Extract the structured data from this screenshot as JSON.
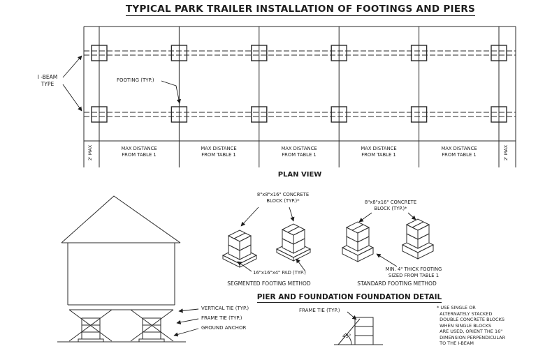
{
  "title": "TYPICAL PARK TRAILER INSTALLATION OF FOOTINGS AND PIERS",
  "plan": {
    "caption": "PLAN VIEW",
    "ibeam_label": "I -BEAM\nTYPE",
    "footing_label": "FOOTING (TYP.)",
    "dim_end": "2' MAX",
    "dim_mid": "MAX DISTANCE\nFROM TABLE 1"
  },
  "segmented": {
    "caption": "SEGMENTED FOOTING METHOD",
    "block_label": "8\"x8\"x16\" CONCRETE\nBLOCK (TYP.)*",
    "pad_label": "16\"x16\"x4\" PAD (TYP.)"
  },
  "standard": {
    "caption": "STANDARD FOOTING METHOD",
    "block_label": "8\"x8\"x16\" CONCRETE\nBLOCK (TYP.)*",
    "footing_label": "MIN. 4\" THICK FOOTING\nSIZED FROM TABLE 1"
  },
  "elevation": {
    "vertical_tie": "VERTICAL TIE (TYP.)",
    "frame_tie": "FRAME TIE (TYP.)",
    "ground_anchor": "GROUND ANCHOR"
  },
  "detail": {
    "heading": "PIER AND FOUNDATION FOUNDATION DETAIL",
    "frame_tie": "FRAME TIE (TYP.)",
    "angle": "45°"
  },
  "footnote": "* USE SINGLE OR\n  ALTERNATELY STACKED\n  DOUBLE CONCRETE BLOCKS\n  WHEN SINGLE BLOCKS\n  ARE USED, ORIENT THE 16\"\n  DIMENSION PERPENDICULAR\n  TO THE I-BEAM",
  "colors": {
    "ink": "#1d1d1d",
    "paper": "#ffffff"
  }
}
